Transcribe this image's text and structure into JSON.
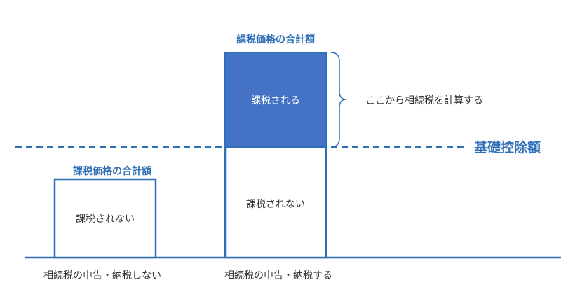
{
  "threshold": {
    "label": "基礎控除額",
    "color": "#2e6fb7"
  },
  "left_case": {
    "heading": "課税価格の合計額",
    "box_label": "課税されない",
    "caption": "相続税の申告・納税しない"
  },
  "right_case": {
    "heading": "課税価格の合計額",
    "upper_label": "課税される",
    "lower_label": "課税されない",
    "caption": "相続税の申告・納税する",
    "brace_note": "ここから相続税を計算する"
  },
  "colors": {
    "outline": "#2e6fb7",
    "taxed_fill": "#4472c4",
    "baseline": "#2e6fb7"
  }
}
